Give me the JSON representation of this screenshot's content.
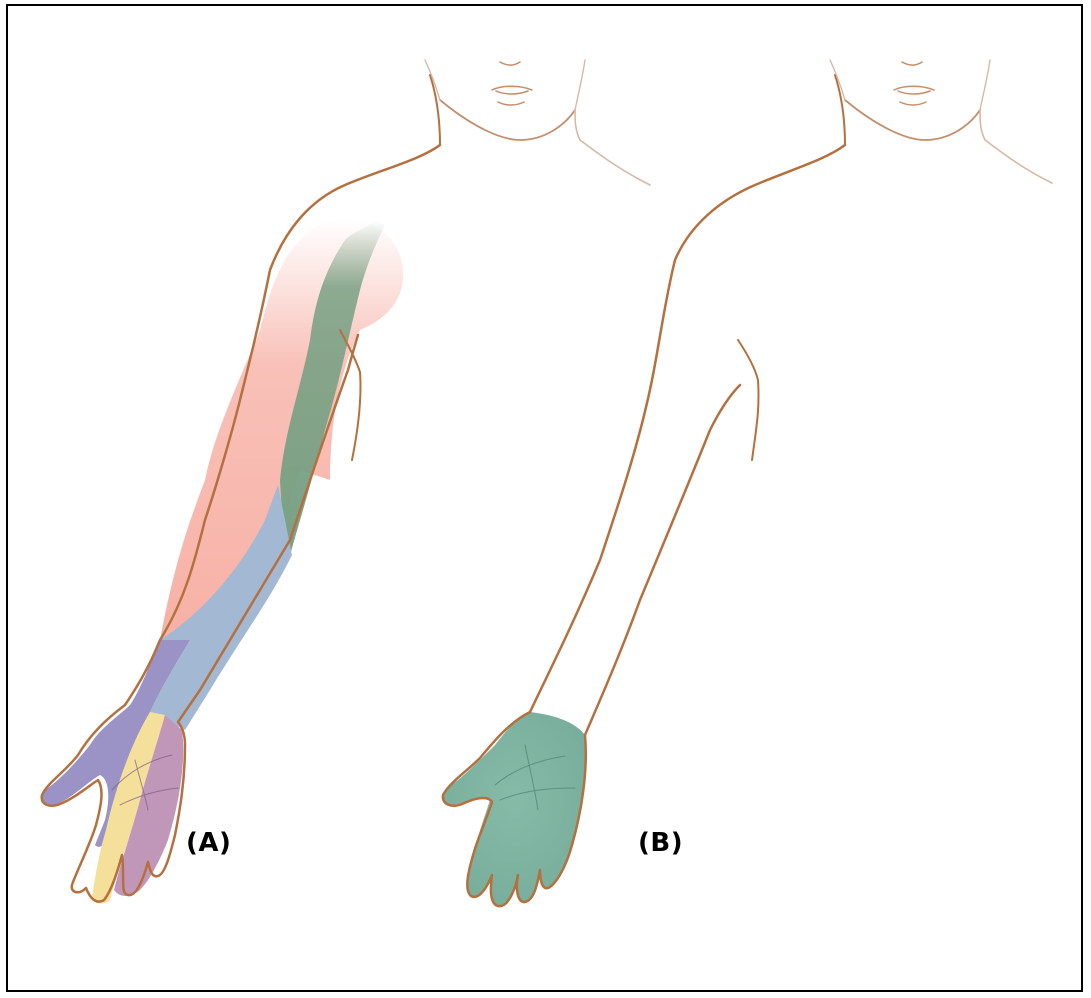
{
  "panels": [
    {
      "label": "(A)",
      "zones": [
        {
          "id": "shoulder-arm-pink",
          "color": "#f7b1a6"
        },
        {
          "id": "inner-arm-green",
          "color": "#79a184"
        },
        {
          "id": "forearm-blue",
          "color": "#a3b8d2"
        },
        {
          "id": "hand-purple",
          "color": "#9b92c5"
        },
        {
          "id": "palm-yellow",
          "color": "#f4e09a"
        },
        {
          "id": "palm-mauve",
          "color": "#c197b9"
        }
      ]
    },
    {
      "label": "(B)",
      "zones": [
        {
          "id": "hand-teal",
          "color": "#86bba8"
        }
      ]
    }
  ],
  "colors": {
    "outline": "#b5703f",
    "frame": "#000000"
  }
}
